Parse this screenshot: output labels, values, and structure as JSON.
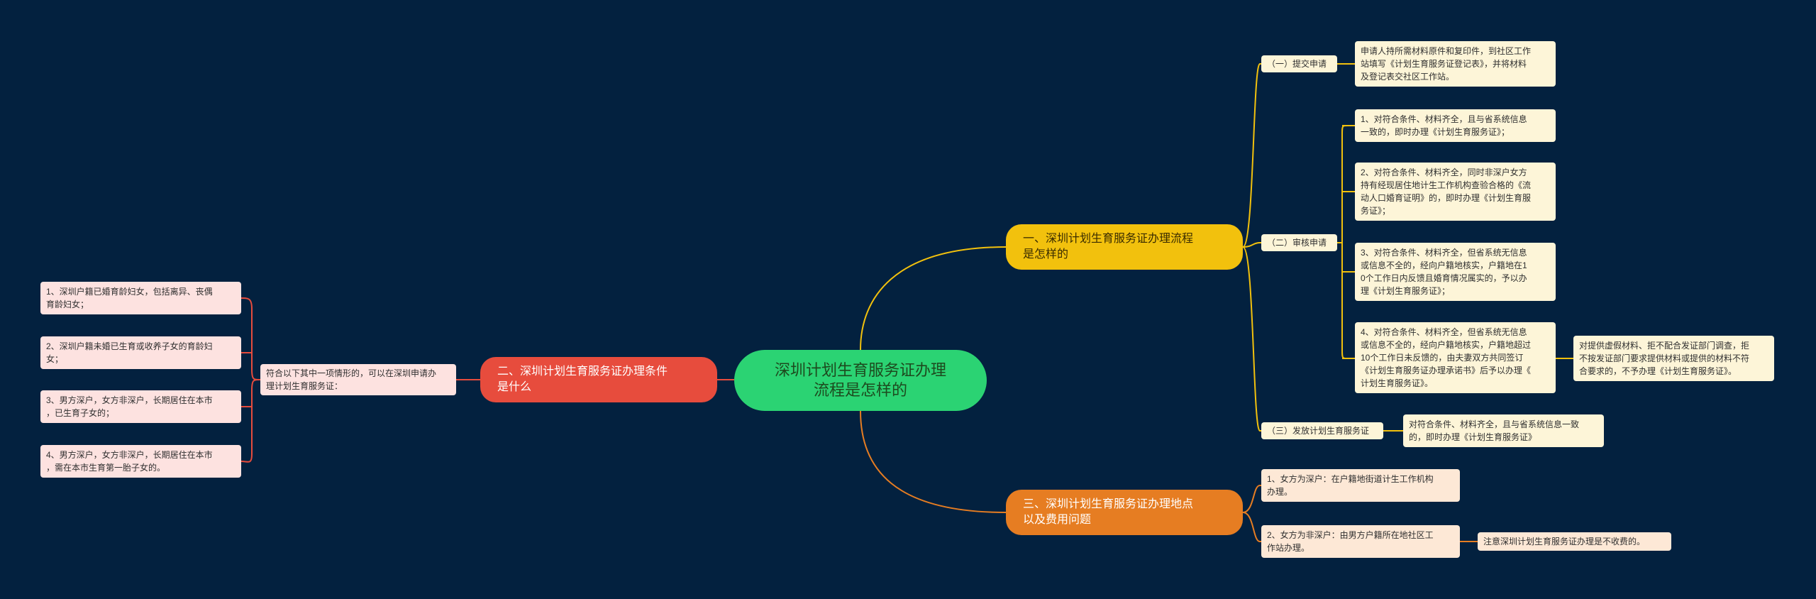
{
  "root": {
    "title": "深圳计划生育服务证办理\n流程是怎样的"
  },
  "branches": {
    "b1": "一、深圳计划生育服务证办理流程\n是怎样的",
    "b2": "二、深圳计划生育服务证办理条件\n是什么",
    "b3": "三、深圳计划生育服务证办理地点\n以及费用问题"
  },
  "b1": {
    "submit": {
      "label": "（一）提交申请",
      "detail": "申请人持所需材料原件和复印件，到社区工作\n站填写《计划生育服务证登记表》，并将材料\n及登记表交社区工作站。"
    },
    "review": {
      "label": "（二）审核申请",
      "items": [
        "1、对符合条件、材料齐全，且与省系统信息\n一致的，即时办理《计划生育服务证》；",
        "2、对符合条件、材料齐全，同时非深户女方\n持有经现居住地计生工作机构查验合格的《流\n动人口婚育证明》的，即时办理《计划生育服\n务证》；",
        "3、对符合条件、材料齐全，但省系统无信息\n或信息不全的，经向户籍地核实，户籍地在1\n0个工作日内反馈且婚育情况属实的，予以办\n理《计划生育服务证》；",
        "4、对符合条件、材料齐全，但省系统无信息\n或信息不全的，经向户籍地核实，户籍地超过\n10个工作日未反馈的，由夫妻双方共同签订\n《计划生育服务证办理承诺书》后予以办理《\n计划生育服务证》。"
      ],
      "note": "对提供虚假材料、拒不配合发证部门调查，拒\n不按发证部门要求提供材料或提供的材料不符\n合要求的，不予办理《计划生育服务证》。"
    },
    "issue": {
      "label": "（三）发放计划生育服务证",
      "detail": "对符合条件、材料齐全，且与省系统信息一致\n的，即时办理《计划生育服务证》"
    }
  },
  "b2": {
    "intro": "符合以下其中一项情形的，可以在深圳申请办\n理计划生育服务证：",
    "items": [
      "1、深圳户籍已婚育龄妇女，包括离异、丧偶\n育龄妇女；",
      "2、深圳户籍未婚已生育或收养子女的育龄妇\n女；",
      "3、男方深户，女方非深户，长期居住在本市\n，已生育子女的；",
      "4、男方深户，女方非深户，长期居住在本市\n，需在本市生育第一胎子女的。"
    ]
  },
  "b3": {
    "items": [
      "1、女方为深户：在户籍地街道计生工作机构\n办理。",
      "2、女方为非深户：由男方户籍所在地社区工\n作站办理。"
    ],
    "note": "注意深圳计划生育服务证办理是不收费的。"
  }
}
